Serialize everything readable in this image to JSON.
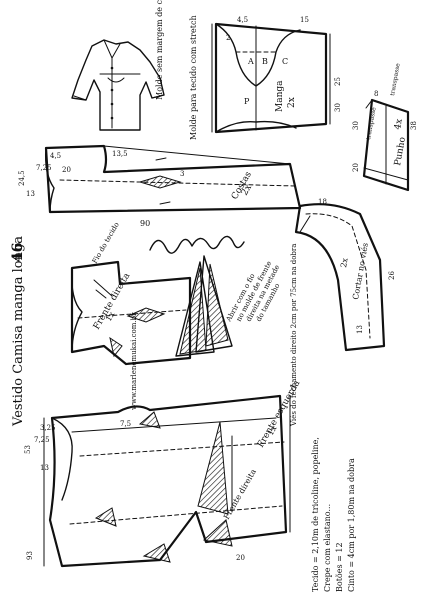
{
  "pattern": {
    "title": "Vestido Camisa manga longa",
    "size": "46",
    "website": "www.marlenemukai.com.br"
  },
  "sleeve_sketch": {
    "caption": "Molde sem margem de costura",
    "fabric_note": "Molde para tecido com stretch"
  },
  "sleeve": {
    "label": "Manga",
    "count": "2x",
    "top_labels": [
      "4,5",
      "2",
      "15"
    ],
    "letters": [
      "A",
      "B",
      "C",
      "P"
    ],
    "side": [
      "30",
      "25"
    ]
  },
  "cuff": {
    "label": "Punho",
    "count": "4x",
    "dims": [
      "30",
      "20",
      "8",
      "38"
    ],
    "notes": [
      "transpasse",
      "transpasse"
    ]
  },
  "back": {
    "label": "Costas",
    "count": "2x",
    "dims": [
      "13",
      "24,5",
      "7,25",
      "4,5",
      "20",
      "3",
      "13,5",
      "90"
    ]
  },
  "bias": {
    "label": "Cortar no viés",
    "count": "2x",
    "dims": [
      "18",
      "26",
      "13"
    ]
  },
  "front_right": {
    "label": "Frente direita",
    "count": "1x",
    "fold": "Fio do tecido",
    "notes": [
      "Abrir com o fio",
      "no molde de frente",
      "direita na metade",
      "do tamanho"
    ]
  },
  "front_left": {
    "label": "Frente esquerda",
    "count": "1x",
    "fold": "Frente direita",
    "dims": [
      "13",
      "53",
      "7,25",
      "3,25",
      "93",
      "7,5",
      "20"
    ]
  },
  "facing_note": "Viés do fechamento direito 2cm por 75cm na dobra",
  "materials": {
    "line1": "Tecido = 2,10m de tricoline, popeline,",
    "line2": "Crepe com elastano...",
    "line3": "Botões = 12",
    "line4": "Cinto = 4cm por 1,80m na dobra"
  }
}
